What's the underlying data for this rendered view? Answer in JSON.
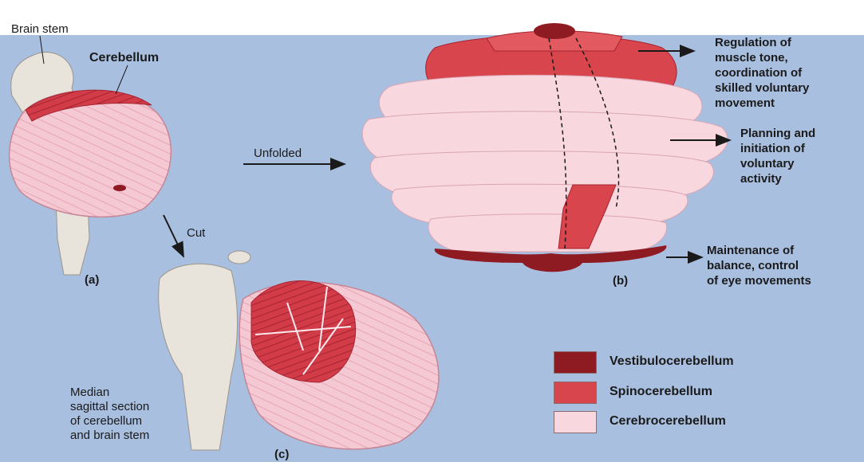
{
  "labels": {
    "brain_stem": "Brain stem",
    "cerebellum": "Cerebellum",
    "unfolded": "Unfolded",
    "cut": "Cut",
    "panel_a": "(a)",
    "panel_b": "(b)",
    "panel_c": "(c)"
  },
  "callouts": {
    "muscle_tone": [
      "Regulation of",
      "muscle tone,",
      "coordination of",
      "skilled voluntary",
      "movement"
    ],
    "planning": [
      "Planning and",
      "initiation of",
      "voluntary",
      "activity"
    ],
    "balance": [
      "Maintenance of",
      "balance, control",
      "of eye movements"
    ]
  },
  "median_section": [
    "Median",
    "sagittal section",
    "of cerebellum",
    "and brain stem"
  ],
  "legend": [
    {
      "label": "Vestibulocerebellum",
      "color": "#8e1a22"
    },
    {
      "label": "Spinocerebellum",
      "color": "#d8454c"
    },
    {
      "label": "Cerebrocerebellum",
      "color": "#f9d7df"
    }
  ],
  "colors": {
    "background_panel": "#a9bfe0",
    "vestibulo": "#8e1a22",
    "spino": "#d8454c",
    "cerebro": "#f9d7df",
    "brainstem": "#e8e4dc"
  }
}
